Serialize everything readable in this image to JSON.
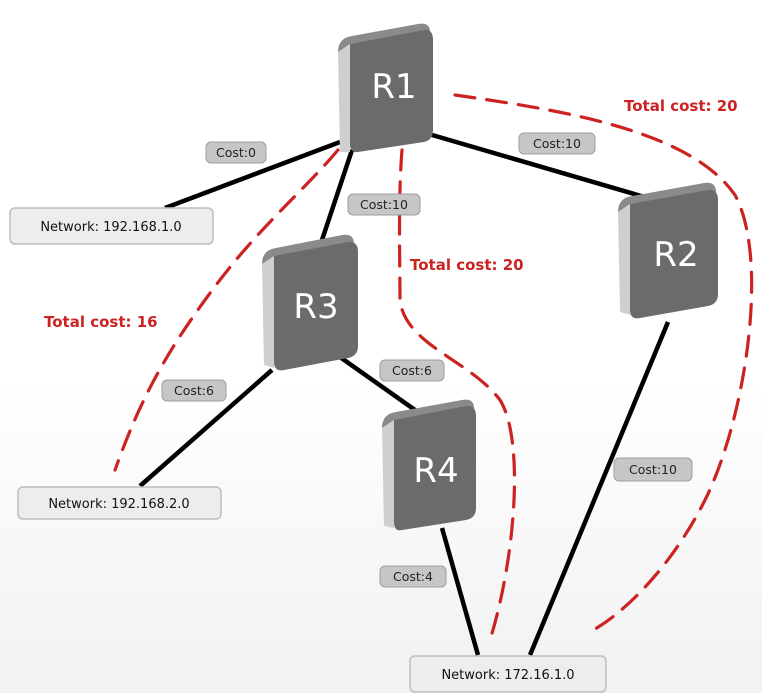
{
  "colors": {
    "link": "#000000",
    "path": "#cc2222",
    "router_face": "#6b6b6b",
    "router_side": "#cfcfcf",
    "label_box": "#c6c6c6",
    "network_box": "#ededed"
  },
  "routers": [
    {
      "id": "R1",
      "label": "R1"
    },
    {
      "id": "R2",
      "label": "R2"
    },
    {
      "id": "R3",
      "label": "R3"
    },
    {
      "id": "R4",
      "label": "R4"
    }
  ],
  "networks": [
    {
      "id": "net1",
      "label": "Network: 192.168.1.0"
    },
    {
      "id": "net2",
      "label": "Network: 192.168.2.0"
    },
    {
      "id": "net3",
      "label": "Network: 172.16.1.0"
    }
  ],
  "links": [
    {
      "from": "R1",
      "to": "net1",
      "cost": "Cost:0"
    },
    {
      "from": "R1",
      "to": "R3",
      "cost": "Cost:10"
    },
    {
      "from": "R1",
      "to": "R2",
      "cost": "Cost:10"
    },
    {
      "from": "R3",
      "to": "net2",
      "cost": "Cost:6"
    },
    {
      "from": "R3",
      "to": "R4",
      "cost": "Cost:6"
    },
    {
      "from": "R4",
      "to": "net3",
      "cost": "Cost:4"
    },
    {
      "from": "R2",
      "to": "net3",
      "cost": "Cost:10"
    }
  ],
  "paths": [
    {
      "id": "path-right",
      "label": "Total cost: 20"
    },
    {
      "id": "path-middle",
      "label": "Total cost: 20"
    },
    {
      "id": "path-left",
      "label": "Total cost: 16"
    }
  ]
}
